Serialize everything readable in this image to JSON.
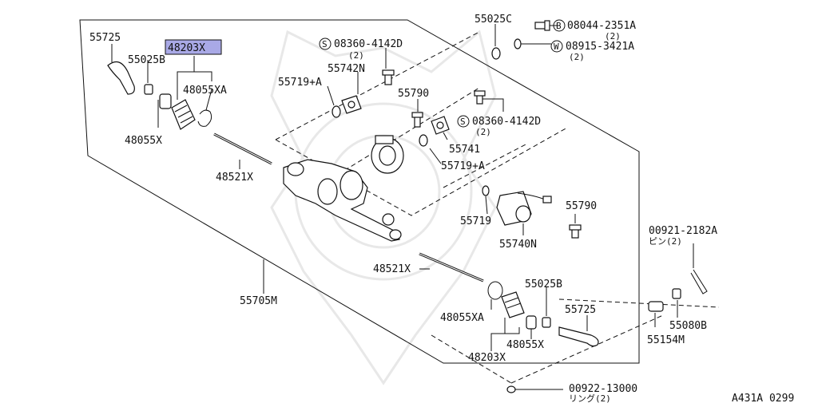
{
  "parts": [
    {
      "id": "p01",
      "code": "55725"
    },
    {
      "id": "p02",
      "code": "48203X",
      "highlighted": true
    },
    {
      "id": "p03",
      "code": "55025B"
    },
    {
      "id": "p04",
      "code": "48055XA"
    },
    {
      "id": "p05",
      "code": "48055X"
    },
    {
      "id": "p06",
      "code": "48521X"
    },
    {
      "id": "p07",
      "code": "55719+A"
    },
    {
      "id": "p08",
      "code": "55742N"
    },
    {
      "id": "p09",
      "code": "08360-4142D",
      "prefix": "S",
      "qty": "(2)"
    },
    {
      "id": "p10",
      "code": "55025C"
    },
    {
      "id": "p11",
      "code": "08044-2351A",
      "prefix": "B",
      "qty": "(2)"
    },
    {
      "id": "p12",
      "code": "08915-3421A",
      "prefix": "W",
      "qty": "(2)"
    },
    {
      "id": "p13",
      "code": "55790"
    },
    {
      "id": "p14",
      "code": "08360-4142D",
      "prefix": "S",
      "qty": "(2)"
    },
    {
      "id": "p15",
      "code": "55741"
    },
    {
      "id": "p16",
      "code": "55719+A"
    },
    {
      "id": "p17",
      "code": "55719"
    },
    {
      "id": "p18",
      "code": "55790"
    },
    {
      "id": "p19",
      "code": "55740N"
    },
    {
      "id": "p20",
      "code": "00921-2182A",
      "note": "ピン(2)"
    },
    {
      "id": "p21",
      "code": "48521X"
    },
    {
      "id": "p22",
      "code": "55705M"
    },
    {
      "id": "p23",
      "code": "55025B"
    },
    {
      "id": "p24",
      "code": "55725"
    },
    {
      "id": "p25",
      "code": "48055XA"
    },
    {
      "id": "p26",
      "code": "48055X"
    },
    {
      "id": "p27",
      "code": "48203X"
    },
    {
      "id": "p28",
      "code": "55154M"
    },
    {
      "id": "p29",
      "code": "55080B"
    },
    {
      "id": "p30",
      "code": "00922-13000",
      "note": "リング(2)"
    }
  ],
  "diagram_id": "A431A 0299",
  "colors": {
    "highlight": "#a9a9e6",
    "ink": "#111111",
    "watermark": "#e8e8e8"
  }
}
